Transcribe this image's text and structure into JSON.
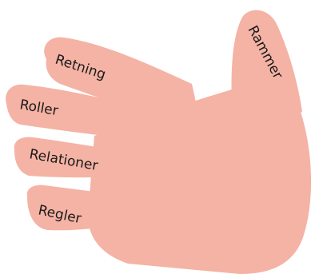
{
  "diagram": {
    "hand_color": "#F4B3A4",
    "label_color": "#1a1a1a",
    "fingers": [
      {
        "id": "thumb",
        "label": "Rammer"
      },
      {
        "id": "index",
        "label": "Retning"
      },
      {
        "id": "middle",
        "label": "Roller"
      },
      {
        "id": "ring",
        "label": "Relationer"
      },
      {
        "id": "pinky",
        "label": "Regler"
      }
    ]
  }
}
